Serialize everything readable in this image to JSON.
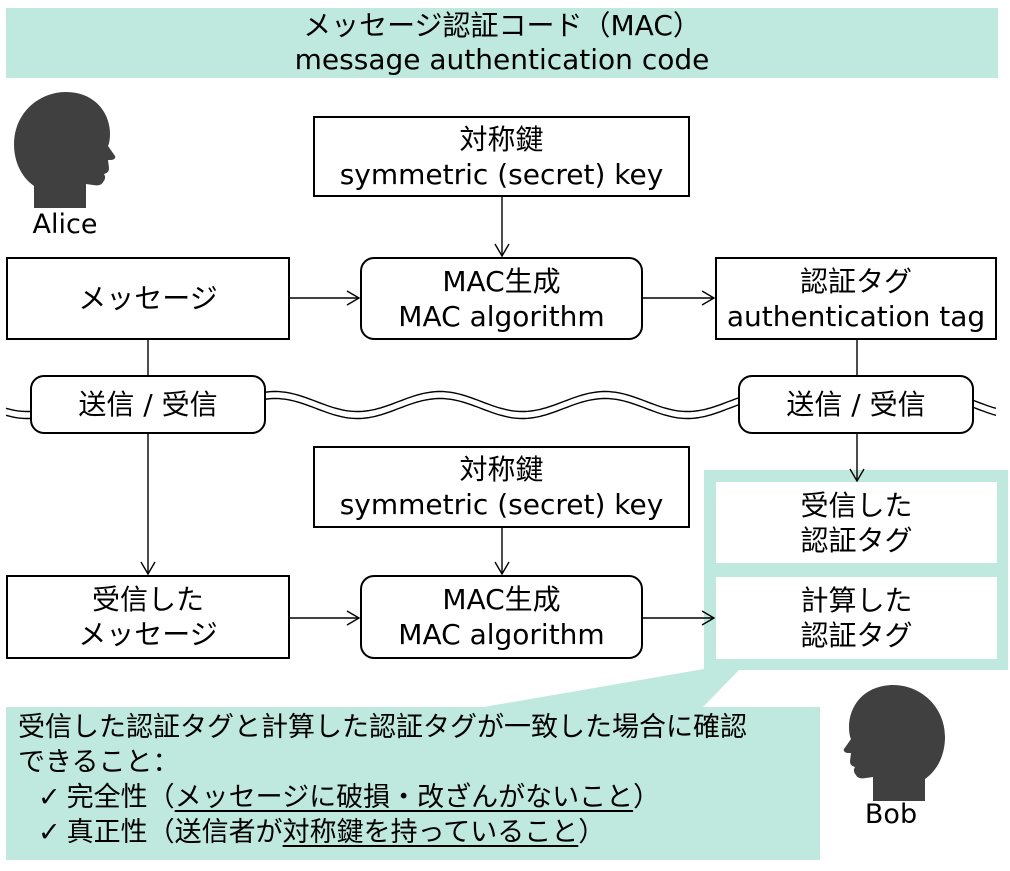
{
  "title": {
    "line1": "メッセージ認証コード（MAC）",
    "line2": "message authentication code"
  },
  "actors": {
    "alice": "Alice",
    "bob": "Bob"
  },
  "sender": {
    "key": {
      "line1": "対称鍵",
      "line2": "symmetric (secret) key"
    },
    "message": "メッセージ",
    "mac": {
      "line1": "MAC生成",
      "line2": "MAC algorithm"
    },
    "tag": {
      "line1": "認証タグ",
      "line2": "authentication tag"
    }
  },
  "channel": {
    "left": "送信 / 受信",
    "right": "送信 / 受信"
  },
  "receiver": {
    "key": {
      "line1": "対称鍵",
      "line2": "symmetric (secret) key"
    },
    "message": {
      "line1": "受信した",
      "line2": "メッセージ"
    },
    "mac": {
      "line1": "MAC生成",
      "line2": "MAC algorithm"
    },
    "received_tag": {
      "line1": "受信した",
      "line2": "認証タグ"
    },
    "computed_tag": {
      "line1": "計算した",
      "line2": "認証タグ"
    }
  },
  "callout": {
    "line1": "受信した認証タグと計算した認証タグが一致した場合に確認",
    "line2": "できること：",
    "items": [
      {
        "check": "✓",
        "prefix": "完全性（",
        "underlined": "メッセージに破損・改ざんがないこと",
        "suffix": "）"
      },
      {
        "check": "✓",
        "prefix": "真正性（送信者が",
        "underlined": "対称鍵を持っていること",
        "suffix": "）"
      }
    ]
  },
  "icons": {
    "alice": "person-head-icon",
    "bob": "person-head-icon",
    "check": "check-icon"
  },
  "colors": {
    "accent": "#bfe9de",
    "icon": "#404040",
    "line": "#000000"
  }
}
